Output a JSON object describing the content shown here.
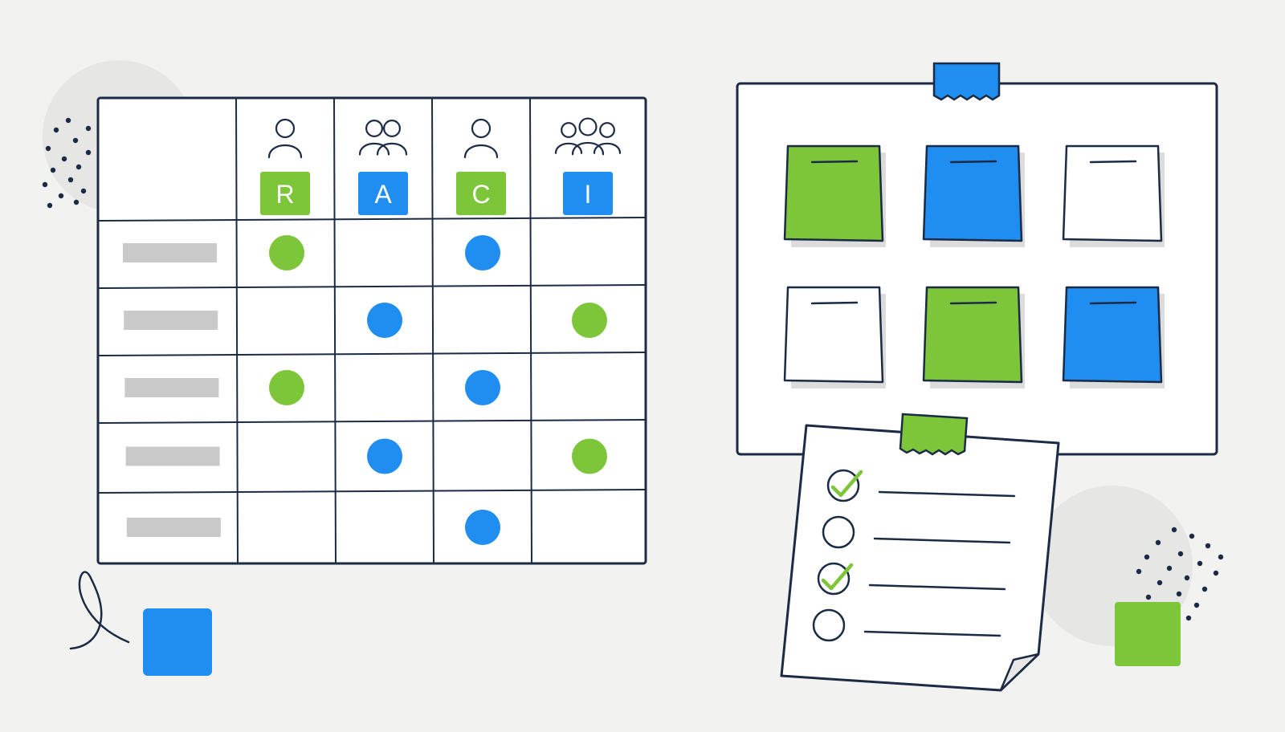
{
  "colors": {
    "ink": "#1c2b45",
    "green": "#7dc63a",
    "blue": "#1f8ef0",
    "gray_bar": "#c9c9c9",
    "blob": "#e6e6e5",
    "paper": "#ffffff",
    "background": "#f2f2f1"
  },
  "raci": {
    "columns": [
      {
        "letter": "R",
        "icon": "single-person-icon",
        "color": "green"
      },
      {
        "letter": "A",
        "icon": "two-people-icon",
        "color": "blue"
      },
      {
        "letter": "C",
        "icon": "single-person-icon",
        "color": "green"
      },
      {
        "letter": "I",
        "icon": "group-people-icon",
        "color": "blue"
      }
    ],
    "rows": [
      [
        "green",
        "",
        "blue",
        ""
      ],
      [
        "",
        "blue",
        "",
        "green"
      ],
      [
        "green",
        "",
        "blue",
        ""
      ],
      [
        "",
        "blue",
        "",
        "green"
      ],
      [
        "",
        "",
        "blue",
        ""
      ]
    ]
  },
  "board": {
    "tape_color": "blue",
    "notes": [
      "green",
      "blue",
      "white",
      "white",
      "green",
      "blue"
    ]
  },
  "checklist": {
    "tape_color": "green",
    "items": [
      {
        "checked": true
      },
      {
        "checked": false
      },
      {
        "checked": true
      },
      {
        "checked": false
      }
    ]
  },
  "decor": {
    "blue_square": "blue",
    "green_square": "green"
  }
}
